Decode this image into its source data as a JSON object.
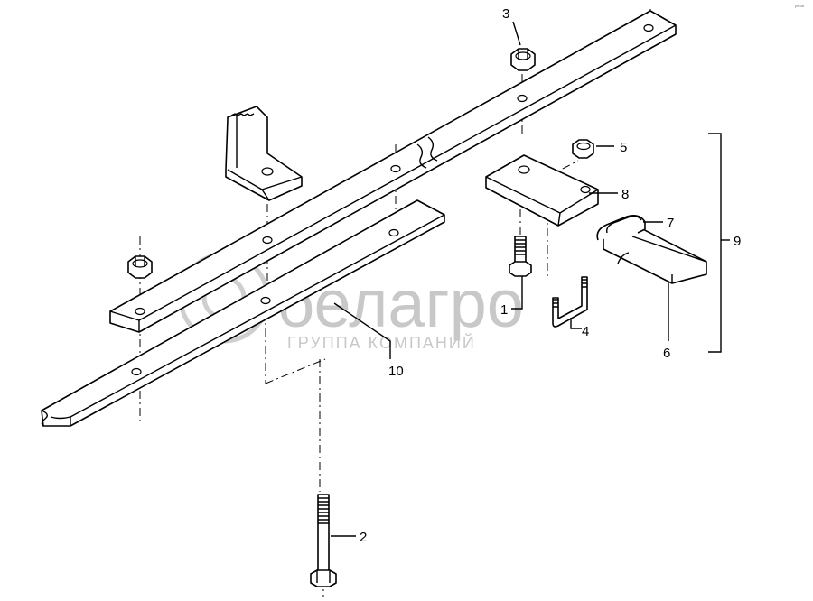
{
  "callouts": [
    {
      "id": "1",
      "label": "1"
    },
    {
      "id": "2",
      "label": "2"
    },
    {
      "id": "3",
      "label": "3"
    },
    {
      "id": "4",
      "label": "4"
    },
    {
      "id": "5",
      "label": "5"
    },
    {
      "id": "6",
      "label": "6"
    },
    {
      "id": "7",
      "label": "7"
    },
    {
      "id": "8",
      "label": "8"
    },
    {
      "id": "9",
      "label": "9"
    },
    {
      "id": "10",
      "label": "10"
    }
  ],
  "watermark": {
    "brand": "белагро",
    "subtitle": "ГРУППА КОМПАНИЙ"
  },
  "corner_mark": "ре ия"
}
